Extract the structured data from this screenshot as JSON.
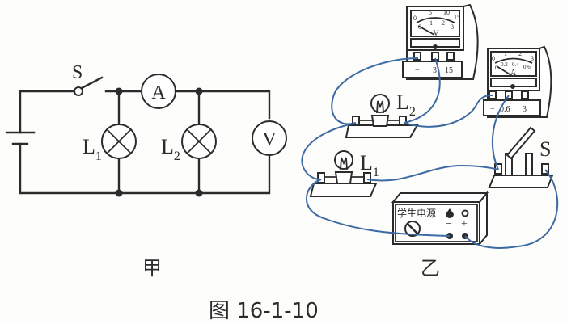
{
  "figure_caption": "图 16-1-10",
  "panel_jia": {
    "label": "甲",
    "switch_label": "S",
    "ammeter_symbol": "A",
    "voltmeter_symbol": "V",
    "lamp1_label": "L",
    "lamp1_sub": "1",
    "lamp2_label": "L",
    "lamp2_sub": "2"
  },
  "panel_yi": {
    "label": "乙",
    "voltmeter": {
      "unit": "V",
      "outer_scale": [
        "0",
        "5",
        "10",
        "15"
      ],
      "inner_scale": [
        "0",
        "1",
        "2",
        "3"
      ],
      "terminals": [
        "−",
        "3",
        "15"
      ]
    },
    "ammeter": {
      "unit": "A",
      "outer_scale": [
        "0",
        "1",
        "2",
        "3"
      ],
      "inner_scale": [
        "0",
        "0.2",
        "0.4",
        "0.6"
      ],
      "terminals": [
        "−",
        "0.6",
        "3"
      ]
    },
    "lamp1_label": "L",
    "lamp1_sub": "1",
    "lamp2_label": "L",
    "lamp2_sub": "2",
    "switch_label": "S",
    "power_supply": {
      "label": "学生电源",
      "minus": "−",
      "plus": "+"
    }
  }
}
